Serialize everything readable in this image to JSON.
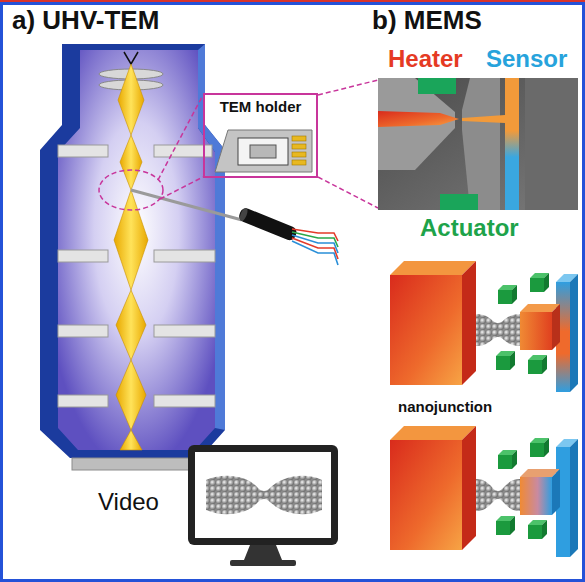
{
  "diagram": {
    "nodes": [
      {
        "text": [
          "TEM holder"
        ]
      }
    ],
    "labels": [
      "a) UHV-TEM",
      "b) MEMS",
      "Heater",
      "Sensor",
      "Actuator",
      "nanojunction",
      "Video"
    ]
  }
}
